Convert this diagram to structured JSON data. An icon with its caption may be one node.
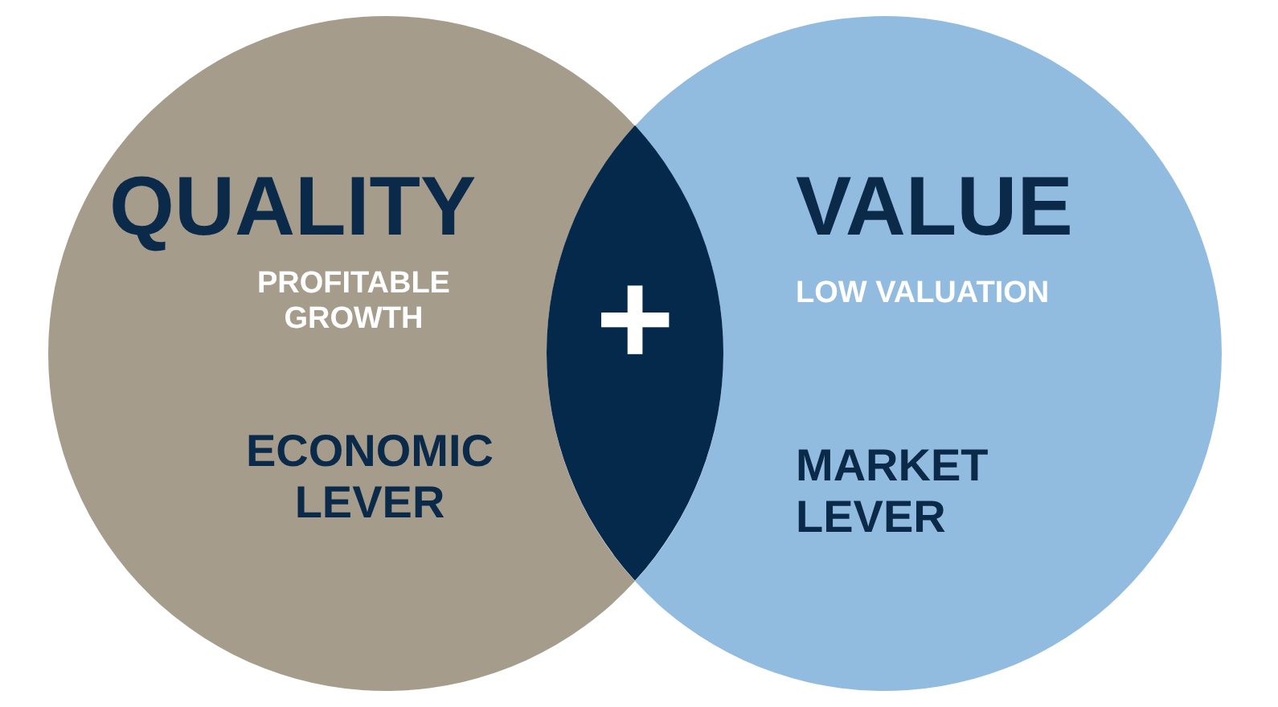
{
  "diagram": {
    "nodes": [
      {
        "text": [
          "QUALITY",
          "PROFITABLE GROWTH",
          "ECONOMIC LEVER"
        ]
      },
      {
        "text": [
          "VALUE",
          "LOW VALUATION",
          "MARKET LEVER"
        ]
      },
      {
        "text": [
          "+"
        ]
      }
    ]
  }
}
